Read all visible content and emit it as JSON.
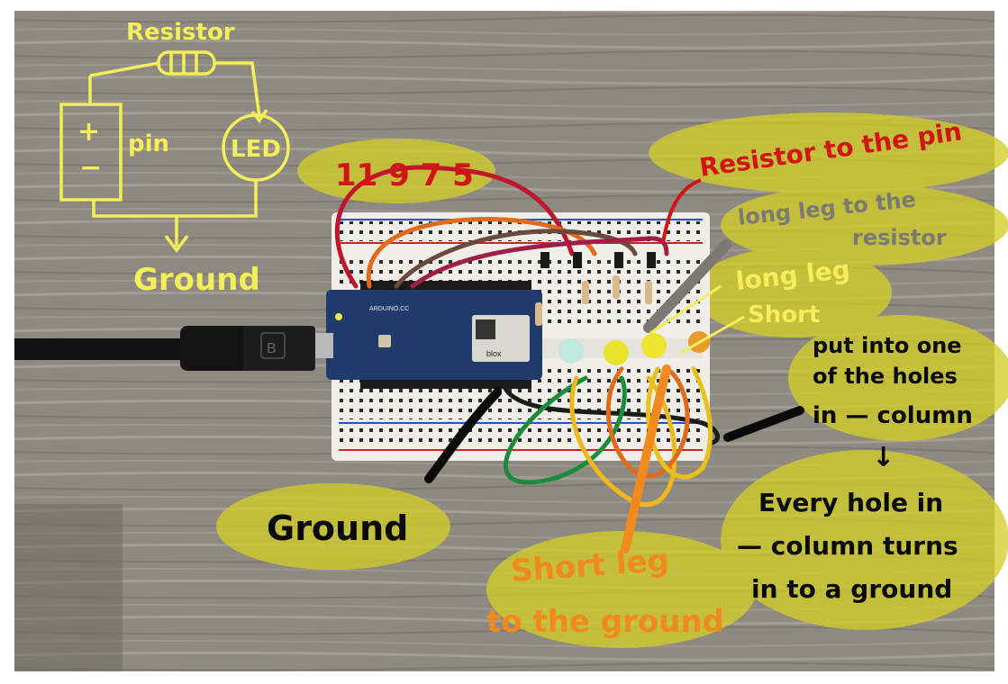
{
  "schematic": {
    "resistor_label": "Resistor",
    "plus_label": "+",
    "minus_label": "−",
    "pin_label": "pin",
    "led_label": "LED",
    "ground_label": "Ground"
  },
  "board": {
    "usb_letter": "B",
    "module_brand": "blox",
    "board_text": "ARDUINO.CC"
  },
  "annotations": {
    "pin_numbers": "11 9 7 5",
    "resistor_to_pin": "Resistor to the pin",
    "long_leg_resistor_line1": "long leg to the",
    "long_leg_resistor_line2": "resistor",
    "long_leg": "long leg",
    "short": "Short",
    "put_into_line1": "put into one",
    "put_into_line2": "of the holes",
    "put_into_line3": "in — column",
    "arrow_down": "↓",
    "every_hole_line1": "Every hole in",
    "every_hole_line2": "— column turns",
    "every_hole_line3": "in to a ground",
    "ground": "Ground",
    "short_leg_line1": "Short leg",
    "short_leg_line2": "to the ground"
  },
  "colors": {
    "wood": "#8f8a82",
    "highlight_yellow": "#d4cd2a",
    "ink_red": "#d01515",
    "ink_yellow": "#f4ee5a",
    "ink_gray": "#7a7a72",
    "ink_black": "#0a0a0a",
    "ink_orange": "#f08a1c",
    "board_blue": "#1f3a6b",
    "breadboard": "#efeee8"
  }
}
